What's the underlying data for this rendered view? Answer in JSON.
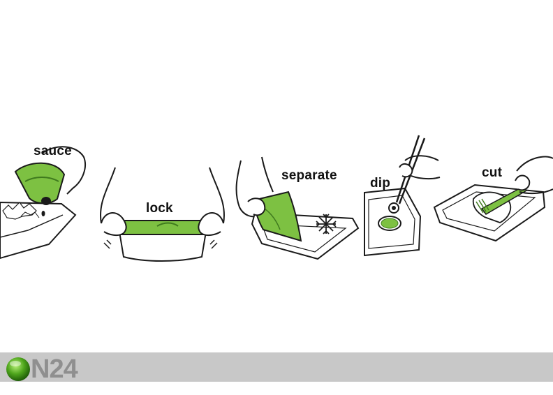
{
  "steps": [
    {
      "label": "sauce"
    },
    {
      "label": "lock"
    },
    {
      "label": "separate"
    },
    {
      "label": "dip"
    },
    {
      "label": "cut"
    }
  ],
  "footer": {
    "logo_text": "N24"
  },
  "colors": {
    "accent_green": "#7dc142",
    "dark_green": "#3f7a1e",
    "line": "#1a1a1a",
    "footer_bar": "#c8c8c8",
    "logo_gray": "#8f8f8f"
  }
}
